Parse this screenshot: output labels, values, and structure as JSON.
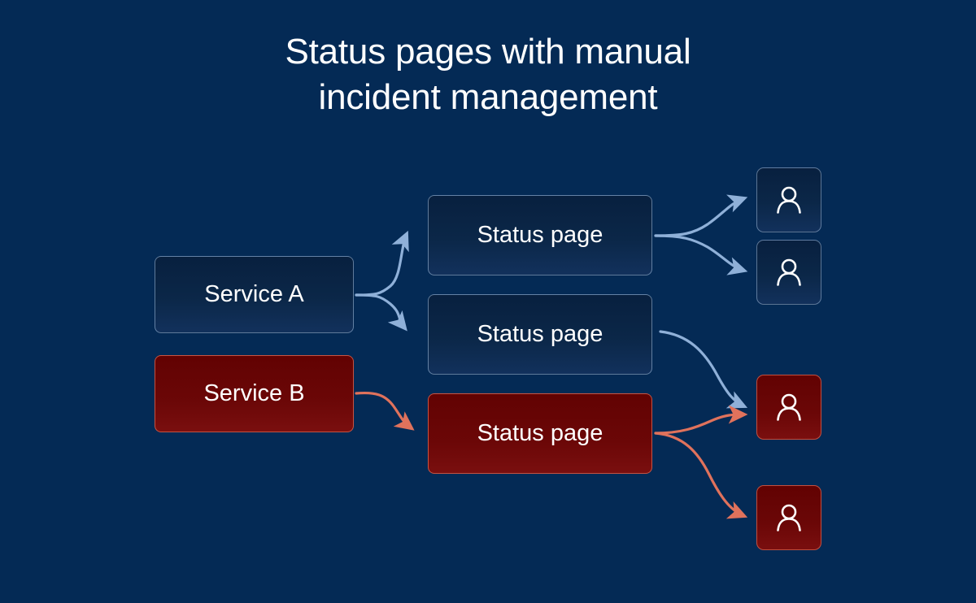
{
  "title": {
    "line1": "Status pages with manual",
    "line2": "incident management"
  },
  "colors": {
    "background": "#042a55",
    "healthy_fill": "#0b2748",
    "healthy_border": "#a8c4e4",
    "incident_fill": "#6b0707",
    "incident_border": "#d6604c",
    "arrow_healthy": "#8fb0d8",
    "arrow_incident": "#e0725c",
    "text": "#ffffff"
  },
  "diagram": {
    "services": [
      {
        "id": "service-a",
        "label": "Service A",
        "state": "healthy"
      },
      {
        "id": "service-b",
        "label": "Service B",
        "state": "incident"
      }
    ],
    "status_pages": [
      {
        "id": "status-page-1",
        "label": "Status page",
        "state": "healthy"
      },
      {
        "id": "status-page-2",
        "label": "Status page",
        "state": "healthy"
      },
      {
        "id": "status-page-3",
        "label": "Status page",
        "state": "incident"
      }
    ],
    "users": [
      {
        "id": "user-1",
        "icon": "user-icon",
        "state": "healthy"
      },
      {
        "id": "user-2",
        "icon": "user-icon",
        "state": "healthy"
      },
      {
        "id": "user-3",
        "icon": "user-icon",
        "state": "incident"
      },
      {
        "id": "user-4",
        "icon": "user-icon",
        "state": "incident"
      }
    ],
    "connections": [
      {
        "from": "service-a",
        "to": "status-page-1",
        "color": "healthy"
      },
      {
        "from": "service-a",
        "to": "status-page-2",
        "color": "healthy"
      },
      {
        "from": "service-b",
        "to": "status-page-3",
        "color": "incident"
      },
      {
        "from": "status-page-1",
        "to": "user-1",
        "color": "healthy"
      },
      {
        "from": "status-page-1",
        "to": "user-2",
        "color": "healthy"
      },
      {
        "from": "status-page-2",
        "to": "user-3",
        "color": "healthy"
      },
      {
        "from": "status-page-3",
        "to": "user-3",
        "color": "incident"
      },
      {
        "from": "status-page-3",
        "to": "user-4",
        "color": "incident"
      }
    ]
  }
}
